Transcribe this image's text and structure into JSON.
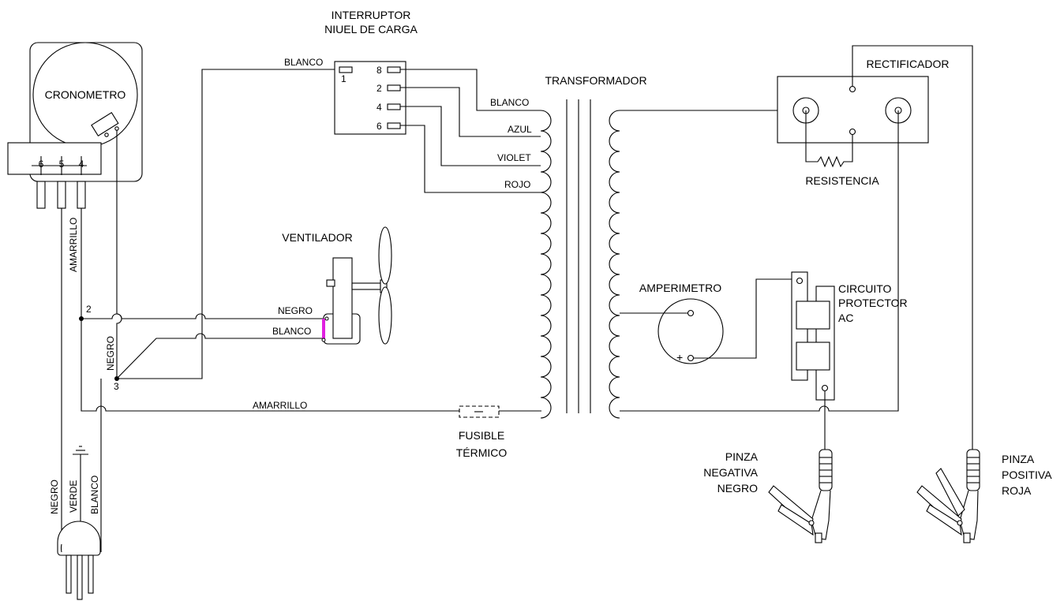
{
  "labels": {
    "interruptor_line1": "INTERRUPTOR",
    "interruptor_line2": "NIUEL DE CARGA",
    "transformador": "TRANSFORMADOR",
    "rectificador": "RECTIFICADOR",
    "resistencia": "RESISTENCIA",
    "cronometro": "CRONOMETRO",
    "ventilador": "VENTILADOR",
    "amperimetro": "AMPERIMETRO",
    "amperimetro_plus": "+",
    "protector_line1": "CIRCUITO",
    "protector_line2": "PROTECTOR",
    "protector_line3": "AC",
    "fusible_line1": "FUSIBLE",
    "fusible_line2": "TÉRMICO",
    "pinza_neg_line1": "PINZA",
    "pinza_neg_line2": "NEGATIVA",
    "pinza_neg_line3": "NEGRO",
    "pinza_pos_line1": "PINZA",
    "pinza_pos_line2": "POSITIVA",
    "pinza_pos_line3": "ROJA"
  },
  "switch_terminals": [
    "1",
    "8",
    "2",
    "4",
    "6"
  ],
  "timer_terminals": [
    "6",
    "5",
    "4"
  ],
  "junctions": [
    "2",
    "3"
  ],
  "wires": {
    "blanco_switch": "BLANCO",
    "blanco_tap": "BLANCO",
    "azul": "AZUL",
    "violet": "VIOLET",
    "rojo": "ROJO",
    "negro_fan": "NEGRO",
    "blanco_fan": "BLANCO",
    "amarrillo_bottom": "AMARRILLO",
    "amarrillo_vertical": "AMARRILLO",
    "negro_vertical": "NEGRO",
    "cord_negro": "NEGRO",
    "cord_verde": "VERDE",
    "cord_blanco": "BLANCO"
  },
  "colors": {
    "fan_capacitor": "#e020e0"
  }
}
